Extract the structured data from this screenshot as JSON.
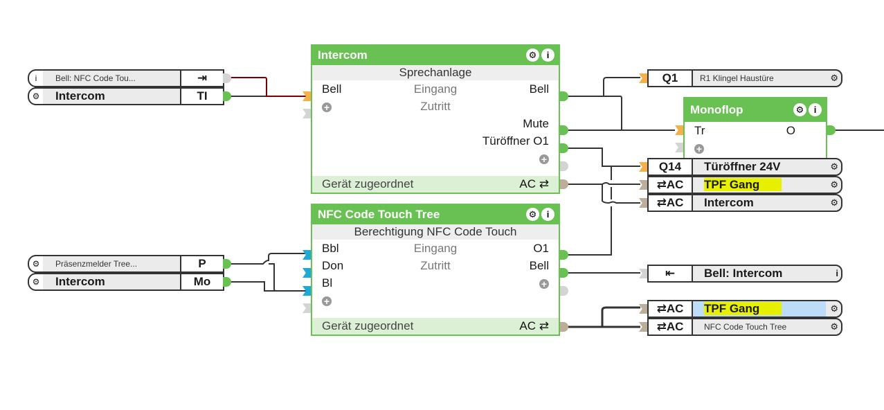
{
  "blocks": {
    "intercom": {
      "title": "Intercom",
      "subtitle": "Sprechanlage",
      "inputs": [
        "Bell"
      ],
      "center_lines": [
        "Eingang",
        "Zutritt"
      ],
      "outputs": [
        "Bell",
        "Mute",
        "Türöffner O1"
      ],
      "footer_label": "Gerät zugeordnet",
      "footer_port": "AC ⇄"
    },
    "nfc": {
      "title": "NFC Code Touch Tree",
      "subtitle": "Berechtigung NFC Code Touch",
      "inputs": [
        "Bbl",
        "Don",
        "Bl"
      ],
      "center_lines": [
        "Eingang",
        "Zutritt"
      ],
      "outputs": [
        "O1",
        "Bell"
      ],
      "footer_label": "Gerät zugeordnet",
      "footer_port": "AC ⇄"
    },
    "monoflop": {
      "title": "Monoflop",
      "inputs": [
        "Tr"
      ],
      "outputs": [
        "O"
      ]
    }
  },
  "left_refs": [
    {
      "name": "Bell: NFC Code Tou...",
      "port": "⇥",
      "icon": "info-icon"
    },
    {
      "name": "Intercom",
      "port": "TI",
      "icon": "gear-icon"
    },
    {
      "name": "Präsenzmelder Tree...",
      "port": "P",
      "icon": "gear-icon"
    },
    {
      "name": "Intercom",
      "port": "Mo",
      "icon": "gear-icon"
    }
  ],
  "right_refs": [
    {
      "port": "Q1",
      "name": "R1 Klingel Haustüre",
      "icon": "gear-icon"
    },
    {
      "port": "Q14",
      "name": "Türöffner 24V",
      "icon": "gear-icon"
    },
    {
      "port": "⇄AC",
      "name": "TPF Gang",
      "icon": "gear-icon",
      "highlight": "yellow"
    },
    {
      "port": "⇄AC",
      "name": "Intercom",
      "icon": "gear-icon"
    },
    {
      "port": "⇤",
      "name": "Bell: Intercom",
      "icon": "info-icon"
    },
    {
      "port": "⇄AC",
      "name": "TPF Gang",
      "icon": "gear-icon",
      "highlight": "yellow-selected"
    },
    {
      "port": "⇄AC",
      "name": "NFC Code Touch Tree",
      "icon": "gear-icon"
    }
  ],
  "colors": {
    "block_green": "#68c152",
    "port_orange": "#f5b04a",
    "port_blue": "#1ea9d8",
    "port_tan": "#bcae98",
    "port_grey": "#d4d4d4",
    "wire_dark": "#333333",
    "wire_red": "#7a0000",
    "highlight_yellow": "#e6f000",
    "selection_blue": "#bcdcf8"
  },
  "icons": {
    "gear": "⚙",
    "info": "i",
    "plus": "+"
  }
}
